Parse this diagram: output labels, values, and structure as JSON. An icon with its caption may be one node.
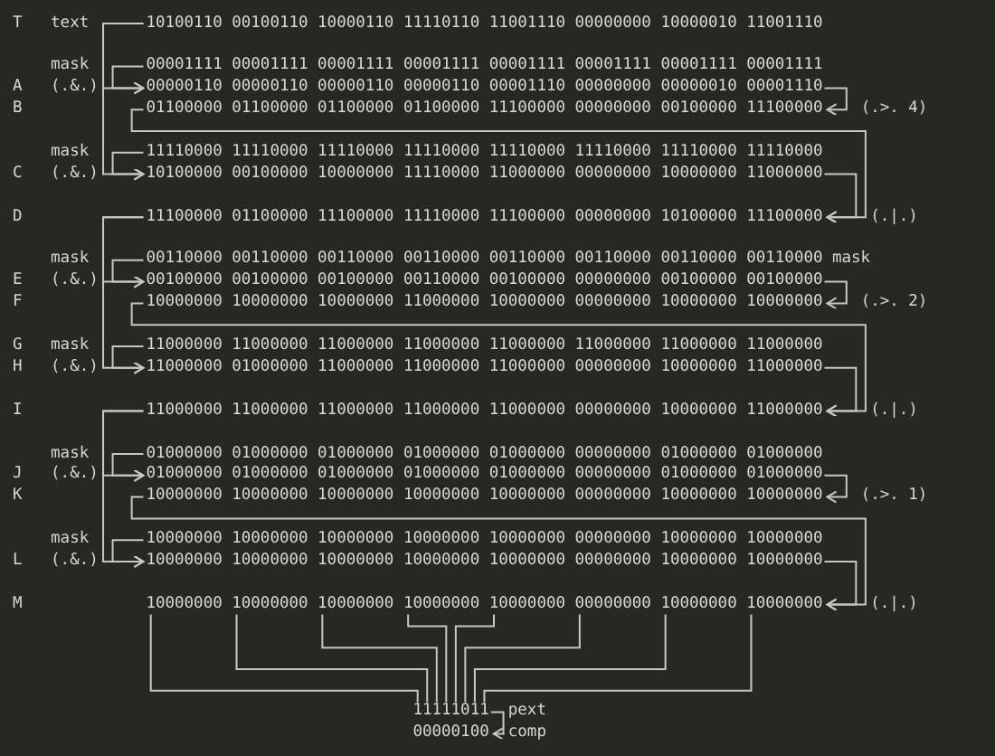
{
  "diagram": {
    "nodes": [
      {
        "text": [
          "10100110 00100110 10000110 11110110 11001110 00000000 10000010 11001110"
        ],
        "beside": [
          "T",
          "text"
        ]
      },
      {
        "text": [
          "00001111 00001111 00001111 00001111 00001111 00001111 00001111 00001111"
        ],
        "beside": [
          "mask"
        ]
      },
      {
        "text": [
          "00000110 00000110 00000110 00000110 00001110 00000000 00000010 00001110"
        ],
        "beside": [
          "A",
          "(.&.)"
        ]
      },
      {
        "text": [
          "01100000 01100000 01100000 01100000 11100000 00000000 00100000 11100000"
        ]
      },
      {
        "text": [
          "11110000 11110000 11110000 11110000 11110000 11110000 11110000 11110000"
        ],
        "beside": [
          "mask"
        ]
      },
      {
        "text": [
          "10100000 00100000 10000000 11110000 11000000 00000000 10000000 11000000"
        ],
        "beside": [
          "C",
          "(.&.)"
        ]
      },
      {
        "text": [
          "11100000 01100000 11100000 11110000 11100000 00000000 10100000 11100000"
        ]
      },
      {
        "text": [
          "00110000 00110000 00110000 00110000 00110000 00110000 00110000 00110000"
        ],
        "beside": [
          "mask"
        ]
      },
      {
        "text": [
          "00100000 00100000 00100000 00110000 00100000 00000000 00100000 00100000"
        ],
        "beside": [
          "E",
          "(.&.)"
        ]
      },
      {
        "text": [
          "10000000 10000000 10000000 11000000 10000000 00000000 10000000 10000000"
        ]
      },
      {
        "text": [
          "11000000 11000000 11000000 11000000 11000000 11000000 11000000 11000000"
        ],
        "beside": [
          "G",
          "mask"
        ]
      },
      {
        "text": [
          "11000000 01000000 11000000 11000000 11000000 00000000 10000000 11000000"
        ],
        "beside": [
          "H",
          "(.&.)"
        ]
      },
      {
        "text": [
          "11000000 11000000 11000000 11000000 11000000 00000000 10000000 11000000"
        ]
      },
      {
        "text": [
          "01000000 01000000 01000000 01000000 01000000 00000000 01000000 01000000"
        ],
        "beside": [
          "mask"
        ]
      },
      {
        "text": [
          "01000000 01000000 01000000 01000000 01000000 00000000 01000000 01000000"
        ],
        "beside": [
          "J",
          "(.&.)"
        ]
      },
      {
        "text": [
          "10000000 10000000 10000000 10000000 10000000 00000000 10000000 10000000"
        ]
      },
      {
        "text": [
          "10000000 10000000 10000000 10000000 10000000 00000000 10000000 10000000"
        ],
        "beside": [
          "mask"
        ]
      },
      {
        "text": [
          "10000000 10000000 10000000 10000000 10000000 00000000 10000000 10000000"
        ],
        "beside": [
          "L",
          "(.&.)"
        ]
      },
      {
        "text": [
          "10000000 10000000 10000000 10000000 10000000 00000000 10000000 10000000"
        ]
      },
      {
        "text": [
          "11111011"
        ],
        "beside": [
          "pext"
        ]
      },
      {
        "text": [
          "00000100"
        ],
        "beside": [
          "comp"
        ]
      }
    ],
    "edges": [
      {
        "from": 0,
        "to": 2,
        "arrow": "to"
      },
      {
        "from": 1,
        "to": 2,
        "arrow": "to"
      },
      {
        "from": 0,
        "to": 5,
        "arrow": "to"
      },
      {
        "from": 4,
        "to": 5,
        "arrow": "to"
      },
      {
        "from": 2,
        "to": 3,
        "arrow": "to",
        "label": "(.>. 4)"
      },
      {
        "from": 3,
        "to": 6,
        "arrow": "to"
      },
      {
        "from": 5,
        "to": 6,
        "arrow": "to",
        "label": "(.|.)"
      },
      {
        "from": 6,
        "to": 8,
        "arrow": "to"
      },
      {
        "from": 7,
        "to": 8,
        "arrow": "to"
      },
      {
        "from": 6,
        "to": 11,
        "arrow": "to"
      },
      {
        "from": 10,
        "to": 11,
        "arrow": "to"
      },
      {
        "from": 8,
        "to": 9,
        "arrow": "to",
        "label": "(.>. 2)"
      },
      {
        "from": 9,
        "to": 12,
        "arrow": "to"
      },
      {
        "from": 11,
        "to": 12,
        "arrow": "to",
        "label": "(.|.)"
      },
      {
        "from": 12,
        "to": 14,
        "arrow": "to"
      },
      {
        "from": 13,
        "to": 14,
        "arrow": "to"
      },
      {
        "from": 12,
        "to": 17,
        "arrow": "to"
      },
      {
        "from": 16,
        "to": 17,
        "arrow": "to"
      },
      {
        "from": 14,
        "to": 15,
        "arrow": "to",
        "label": "(.>. 1)"
      },
      {
        "from": 15,
        "to": 18,
        "arrow": "to"
      },
      {
        "from": 17,
        "to": 18,
        "arrow": "to",
        "label": "(.|.)"
      },
      {
        "from": 18,
        "to": 19,
        "arrow": "none"
      },
      {
        "from": 18,
        "to": 19,
        "arrow": "none"
      },
      {
        "from": 18,
        "to": 19,
        "arrow": "none"
      },
      {
        "from": 18,
        "to": 19,
        "arrow": "none"
      },
      {
        "from": 18,
        "to": 19,
        "arrow": "none"
      },
      {
        "from": 18,
        "to": 19,
        "arrow": "none"
      },
      {
        "from": 18,
        "to": 19,
        "arrow": "none"
      },
      {
        "from": 18,
        "to": 19,
        "arrow": "none"
      },
      {
        "from": 19,
        "to": 20,
        "arrow": "to"
      }
    ],
    "labels": [
      "B",
      "D",
      "mask",
      "F",
      "I",
      "K",
      "M"
    ]
  }
}
